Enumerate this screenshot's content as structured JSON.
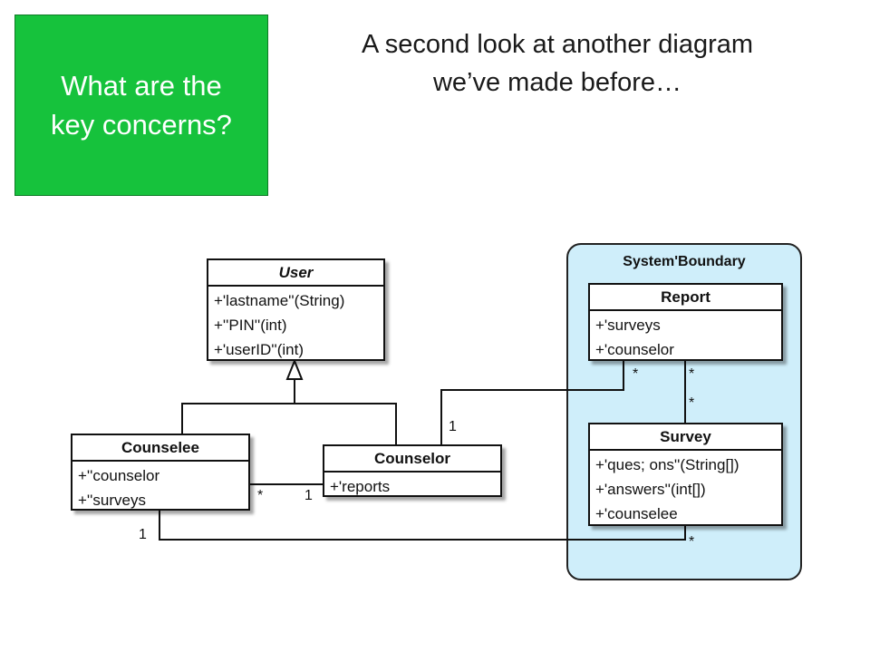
{
  "green_box": {
    "line1": "What are the",
    "line2": "key concerns?"
  },
  "title": {
    "line1": "A second look at another diagram",
    "line2": "we’ve made before…"
  },
  "boundary": {
    "label": "System'Boundary"
  },
  "classes": {
    "user": {
      "name": "User",
      "attrs": [
        "+'lastname''(String)",
        "+''PIN''(int)",
        "+'userID''(int)"
      ]
    },
    "counselee": {
      "name": "Counselee",
      "attrs": [
        "+''counselor",
        "+''surveys"
      ]
    },
    "counselor": {
      "name": "Counselor",
      "attrs": [
        "+'reports"
      ]
    },
    "report": {
      "name": "Report",
      "attrs": [
        "+'surveys",
        "+'counselor"
      ]
    },
    "survey": {
      "name": "Survey",
      "attrs": [
        "+'ques; ons''(String[])",
        "+'answers''(int[])",
        "+'counselee"
      ]
    }
  },
  "multiplicities": {
    "counselor_report_1": "1",
    "report_counselor_star": "*",
    "report_survey_star_top": "*",
    "report_survey_star_bottom": "*",
    "counselee_counselor_star": "*",
    "counselee_counselor_1": "1",
    "counselee_survey_1": "1",
    "counselee_survey_star": "*"
  }
}
